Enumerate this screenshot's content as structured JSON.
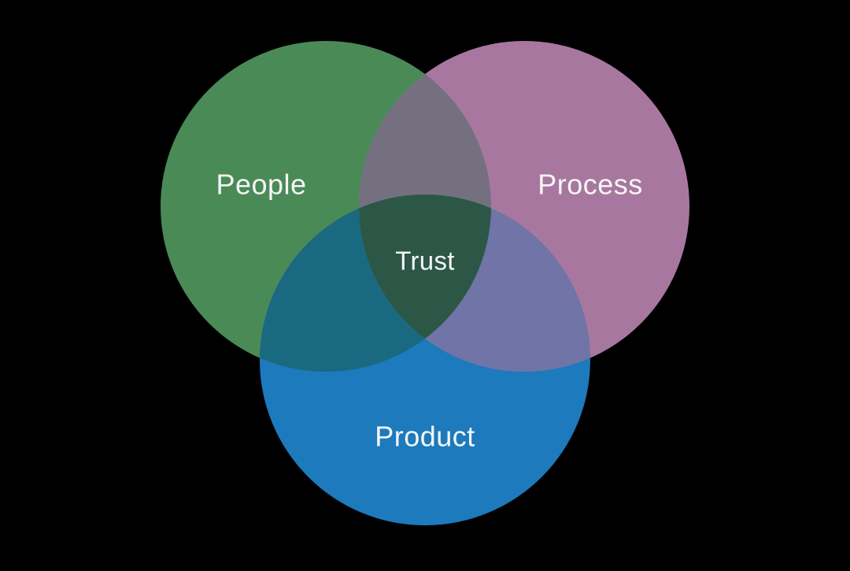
{
  "diagram": {
    "type": "venn",
    "background": "#000000",
    "label_color": "#f5f5f5",
    "sets": [
      {
        "id": "people",
        "label": "People",
        "color": "#4a8a57"
      },
      {
        "id": "process",
        "label": "Process",
        "color": "#a8779f"
      },
      {
        "id": "product",
        "label": "Product",
        "color": "#1d7abc"
      }
    ],
    "overlaps": {
      "people_process": {
        "label": "",
        "color": "#75707f"
      },
      "people_product": {
        "label": "",
        "color": "#196a80"
      },
      "process_product": {
        "label": "",
        "color": "#7074a6"
      },
      "center": {
        "label": "Trust",
        "color": "#2c5746"
      }
    }
  }
}
